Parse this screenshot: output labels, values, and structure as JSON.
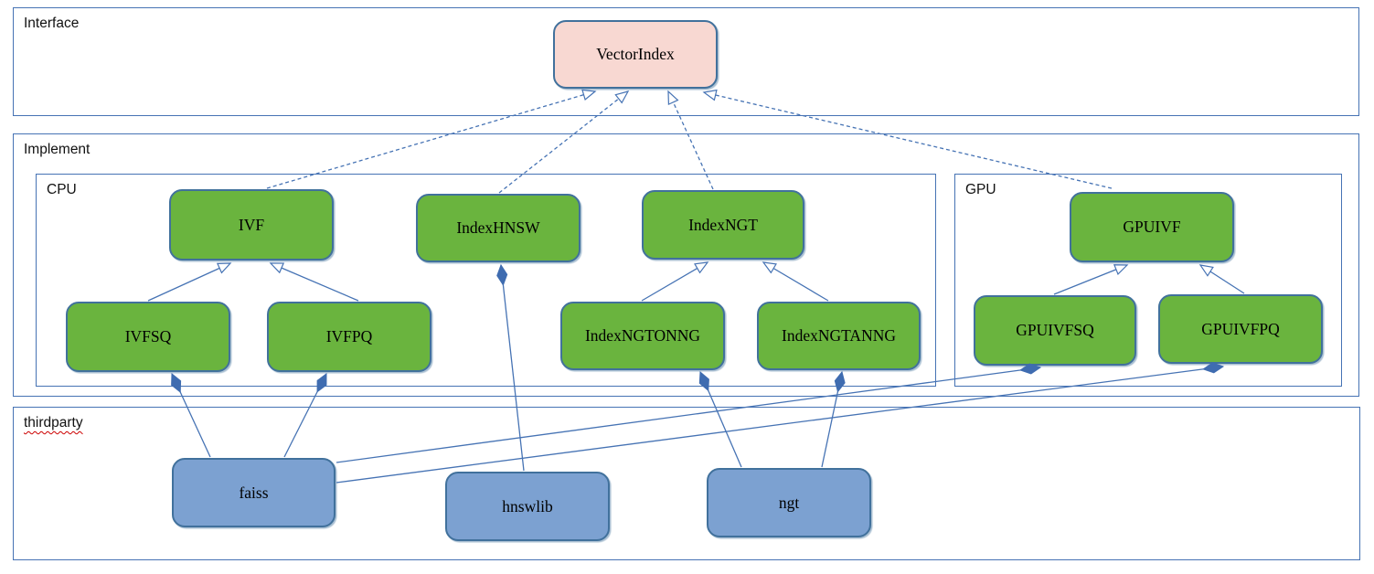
{
  "diagram": {
    "type": "uml-class-diagram",
    "containers": {
      "interface": {
        "label": "Interface"
      },
      "implement": {
        "label": "Implement"
      },
      "cpu": {
        "label": "CPU"
      },
      "gpu": {
        "label": "GPU"
      },
      "thirdparty": {
        "label": "thirdparty",
        "spellcheck_underline": true
      }
    },
    "nodes": {
      "vectorindex": {
        "label": "VectorIndex",
        "group": "interface",
        "color": "pink"
      },
      "ivf": {
        "label": "IVF",
        "group": "cpu",
        "color": "green"
      },
      "indexhnsw": {
        "label": "IndexHNSW",
        "group": "cpu",
        "color": "green"
      },
      "indexngt": {
        "label": "IndexNGT",
        "group": "cpu",
        "color": "green"
      },
      "ivfsq": {
        "label": "IVFSQ",
        "group": "cpu",
        "color": "green"
      },
      "ivfpq": {
        "label": "IVFPQ",
        "group": "cpu",
        "color": "green"
      },
      "indexngtonng": {
        "label": "IndexNGTONNG",
        "group": "cpu",
        "color": "green"
      },
      "indexngtanng": {
        "label": "IndexNGTANNG",
        "group": "cpu",
        "color": "green"
      },
      "gpuivf": {
        "label": "GPUIVF",
        "group": "gpu",
        "color": "green"
      },
      "gpuivfsq": {
        "label": "GPUIVFSQ",
        "group": "gpu",
        "color": "green"
      },
      "gpuivfpq": {
        "label": "GPUIVFPQ",
        "group": "gpu",
        "color": "green"
      },
      "faiss": {
        "label": "faiss",
        "group": "thirdparty",
        "color": "blue"
      },
      "hnswlib": {
        "label": "hnswlib",
        "group": "thirdparty",
        "color": "blue"
      },
      "ngt": {
        "label": "ngt",
        "group": "thirdparty",
        "color": "blue"
      }
    },
    "edges": [
      {
        "from": "IVF",
        "to": "VectorIndex",
        "type": "realization-dashed-open-arrow"
      },
      {
        "from": "IndexHNSW",
        "to": "VectorIndex",
        "type": "realization-dashed-open-arrow"
      },
      {
        "from": "IndexNGT",
        "to": "VectorIndex",
        "type": "realization-dashed-open-arrow"
      },
      {
        "from": "GPUIVF",
        "to": "VectorIndex",
        "type": "realization-dashed-open-arrow"
      },
      {
        "from": "IVFSQ",
        "to": "IVF",
        "type": "generalization-open-arrow"
      },
      {
        "from": "IVFPQ",
        "to": "IVF",
        "type": "generalization-open-arrow"
      },
      {
        "from": "IndexNGTONNG",
        "to": "IndexNGT",
        "type": "generalization-open-arrow"
      },
      {
        "from": "IndexNGTANNG",
        "to": "IndexNGT",
        "type": "generalization-open-arrow"
      },
      {
        "from": "GPUIVFSQ",
        "to": "GPUIVF",
        "type": "generalization-open-arrow"
      },
      {
        "from": "GPUIVFPQ",
        "to": "GPUIVF",
        "type": "generalization-open-arrow"
      },
      {
        "from": "faiss",
        "to": "IVFSQ",
        "type": "composition-filled-diamond"
      },
      {
        "from": "faiss",
        "to": "IVFPQ",
        "type": "composition-filled-diamond"
      },
      {
        "from": "faiss",
        "to": "GPUIVFSQ",
        "type": "composition-filled-diamond"
      },
      {
        "from": "faiss",
        "to": "GPUIVFPQ",
        "type": "composition-filled-diamond"
      },
      {
        "from": "hnswlib",
        "to": "IndexHNSW",
        "type": "composition-filled-diamond"
      },
      {
        "from": "ngt",
        "to": "IndexNGTONNG",
        "type": "composition-filled-diamond"
      },
      {
        "from": "ngt",
        "to": "IndexNGTANNG",
        "type": "composition-filled-diamond"
      }
    ],
    "colors": {
      "node_green": "#6ab43e",
      "node_pink": "#f8d8d2",
      "node_blue": "#7ca1d1",
      "node_border": "#41719c",
      "container_border": "#4673b4",
      "line": "#4673b4",
      "diamond_fill": "#3f6cb0",
      "spellcheck_underline": "#cc0000",
      "text": "#000000"
    }
  }
}
